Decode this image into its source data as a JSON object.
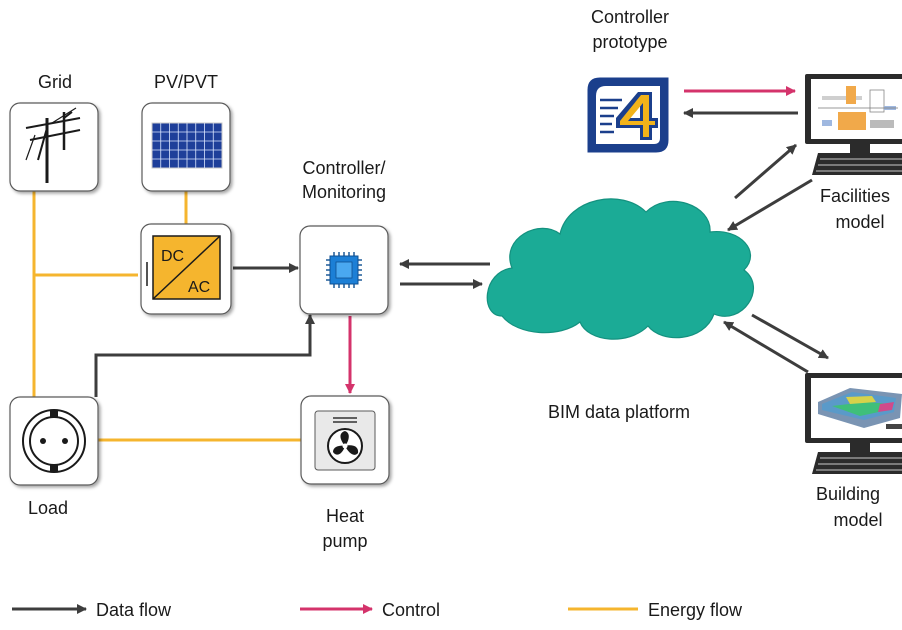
{
  "nodes": {
    "grid": {
      "label": "Grid"
    },
    "pv": {
      "label": "PV/PVT"
    },
    "inverter": {
      "dc": "DC",
      "ac": "AC"
    },
    "controller": {
      "line1": "Controller/",
      "line2": "Monitoring"
    },
    "load": {
      "label": "Load"
    },
    "heat_pump": {
      "line1": "Heat",
      "line2": "pump"
    },
    "cloud": {
      "label": "BIM data platform"
    },
    "prototype": {
      "line1": "Controller",
      "line2": "prototype"
    },
    "facilities": {
      "line1": "Facilities",
      "line2": "model"
    },
    "building": {
      "line1": "Building",
      "line2": "model"
    }
  },
  "legend": {
    "data_flow": "Data flow",
    "control": "Control",
    "energy_flow": "Energy flow"
  },
  "colors": {
    "data_flow": "#3d3d3d",
    "control": "#d4336b",
    "energy_flow": "#f5b52e",
    "cloud": "#1bab96",
    "chip": "#1c7fd6",
    "prototype_logo": "#1b3f8c"
  },
  "icons": {
    "grid": "power-pylon-icon",
    "pv": "solar-panel-icon",
    "controller": "microchip-icon",
    "load": "power-socket-icon",
    "heat_pump": "fan-icon",
    "prototype": "controller-logo-icon",
    "facilities": "monitor-facilities-icon",
    "building": "monitor-building-icon"
  }
}
